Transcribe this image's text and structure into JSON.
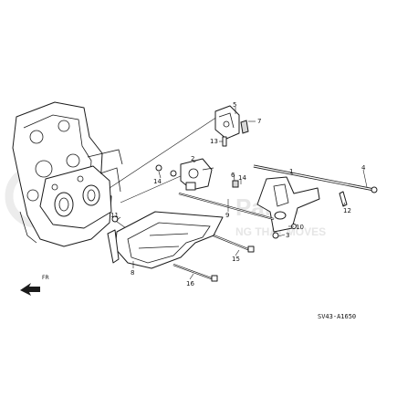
{
  "diagram": {
    "callouts": [
      {
        "id": "1",
        "label": "1"
      },
      {
        "id": "2",
        "label": "2"
      },
      {
        "id": "3",
        "label": "3"
      },
      {
        "id": "4",
        "label": "4"
      },
      {
        "id": "5",
        "label": "5"
      },
      {
        "id": "6",
        "label": "6"
      },
      {
        "id": "7",
        "label": "7"
      },
      {
        "id": "8",
        "label": "8"
      },
      {
        "id": "9",
        "label": "9"
      },
      {
        "id": "10",
        "label": "10"
      },
      {
        "id": "11",
        "label": "11"
      },
      {
        "id": "12",
        "label": "12"
      },
      {
        "id": "13",
        "label": "13"
      },
      {
        "id": "14a",
        "label": "14"
      },
      {
        "id": "14b",
        "label": "14"
      },
      {
        "id": "15",
        "label": "15"
      },
      {
        "id": "16",
        "label": "16"
      }
    ],
    "diagram_code": "SV43-A1650",
    "direction_marker": "FR",
    "watermark": {
      "line1": "ParTs",
      "line2": "NG THAT MOVES"
    }
  },
  "colors": {
    "ink": "#1b1b1b",
    "watermark": "#e6e6e6",
    "background": "#ffffff"
  }
}
